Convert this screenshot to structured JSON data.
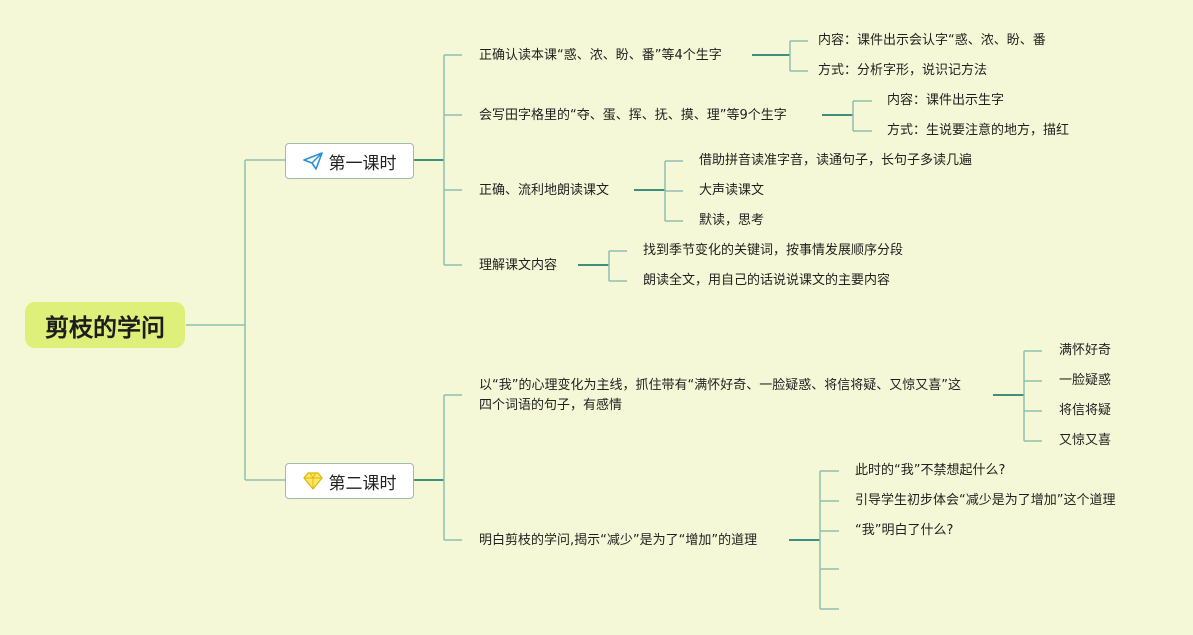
{
  "root": {
    "title": "剪枝的学问"
  },
  "lessons": [
    {
      "label": "第一课时",
      "icon": "paper-plane-icon",
      "items": [
        {
          "text": "正确认读本课“惑、浓、盼、番”等4个生字",
          "children": [
            "内容：课件出示会认字“惑、浓、盼、番",
            "方式：分析字形，说识记方法"
          ]
        },
        {
          "text": "会写田字格里的“夺、蛋、挥、抚、摸、理”等9个生字",
          "children": [
            "内容：课件出示生字",
            "方式：生说要注意的地方，描红"
          ]
        },
        {
          "text": "正确、流利地朗读课文",
          "children": [
            "借助拼音读准字音，读通句子，长句子多读几遍",
            "大声读课文",
            "默读，思考"
          ]
        },
        {
          "text": "理解课文内容",
          "children": [
            "找到季节变化的关键词，按事情发展顺序分段",
            "朗读全文，用自己的话说说课文的主要内容"
          ]
        }
      ]
    },
    {
      "label": "第二课时",
      "icon": "diamond-icon",
      "items": [
        {
          "text": "以“我”的心理变化为主线，抓住带有“满怀好奇、一脸疑惑、将信将疑、又惊又喜”这四个词语的句子，有感情",
          "children": [
            "满怀好奇",
            "一脸疑惑",
            "将信将疑",
            "又惊又喜"
          ]
        },
        {
          "text": "明白剪枝的学问,揭示“减少”是为了“增加”的道理",
          "children": [
            "此时的“我”不禁想起什么?",
            "引导学生初步体会“减少是为了增加”这个道理",
            "“我”明白了什么?",
            "",
            ""
          ]
        }
      ]
    }
  ],
  "colors": {
    "line": "#8fbfb0",
    "trunk": "#3e8f7c",
    "root_fill": "#dff07a",
    "background": "#f5f8d6"
  }
}
